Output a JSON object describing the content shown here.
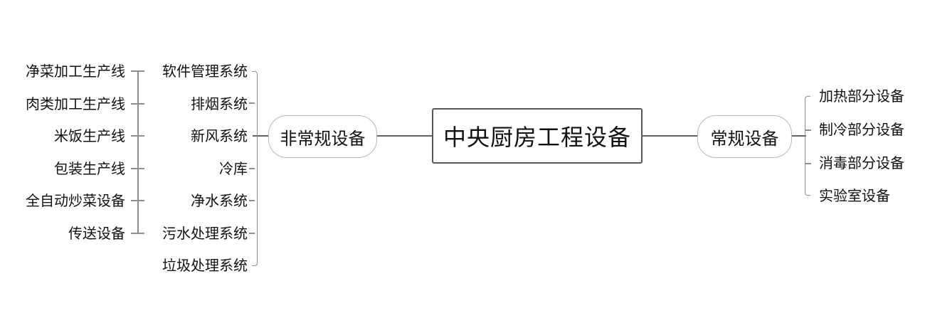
{
  "root": {
    "label": "中央厨房工程设备"
  },
  "branches": {
    "left": {
      "label": "非常规设备",
      "children": [
        "软件管理系统",
        "排烟系统",
        "新风系统",
        "冷库",
        "净水系统",
        "污水处理系统",
        "垃圾处理系统"
      ]
    },
    "right": {
      "label": "常规设备",
      "children": [
        "加热部分设备",
        "制冷部分设备",
        "消毒部分设备",
        "实验室设备"
      ]
    }
  },
  "floating_group": {
    "items": [
      "净菜加工生产线",
      "肉类加工生产线",
      "米饭生产线",
      "包装生产线",
      "全自动炒菜设备",
      "传送设备"
    ]
  },
  "colors": {
    "line": "#8c8f92",
    "root_border": "#55595c",
    "pill_border": "#b5b8bb",
    "text": "#111111"
  }
}
